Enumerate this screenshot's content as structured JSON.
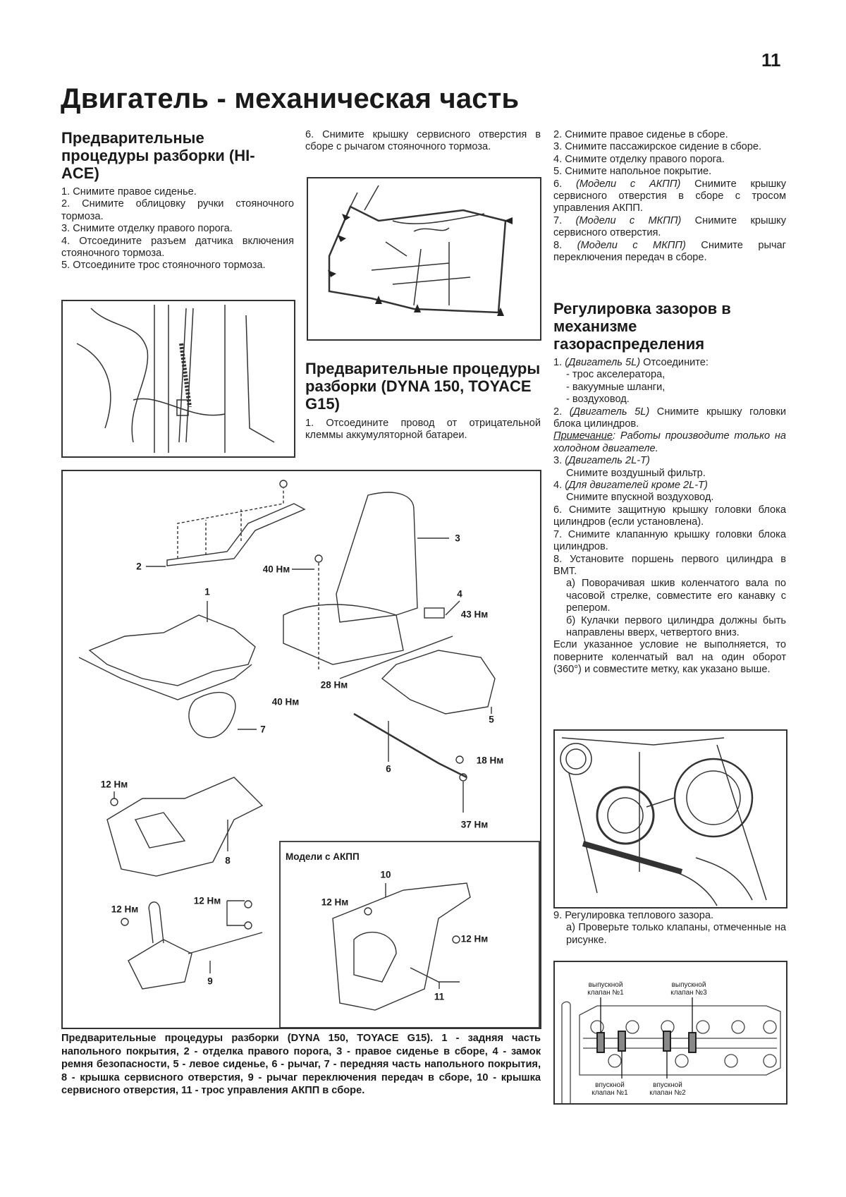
{
  "page_number": "11",
  "title": "Двигатель - механическая часть",
  "hiace": {
    "heading": "Предварительные процедуры разборки (HI-ACE)",
    "steps": [
      "1. Снимите правое сиденье.",
      "2. Снимите облицовку ручки стояночного тормоза.",
      "3. Снимите отделку правого порога.",
      "4. Отсоедините разъем датчика включения стояночного тормоза.",
      "5. Отсоедините трос стояночного тормоза."
    ],
    "step6": "6. Снимите крышку сервисного отверстия в сборе с рычагом стояночного тормоза."
  },
  "dyna": {
    "heading": "Предварительные процедуры разборки (DYNA 150, TOYACE G15)",
    "step1": "1. Отсоедините провод от отрицательной клеммы аккумуляторной батареи.",
    "steps": [
      {
        "num": "2.",
        "italic": "",
        "text": "Снимите правое сиденье в сборе."
      },
      {
        "num": "3.",
        "italic": "",
        "text": "Снимите пассажирское сидение в сборе."
      },
      {
        "num": "4.",
        "italic": "",
        "text": "Снимите отделку правого порога."
      },
      {
        "num": "5.",
        "italic": "",
        "text": "Снимите напольное покрытие."
      },
      {
        "num": "6.",
        "italic": "(Модели с АКПП)",
        "text": "Снимите крышку сервисного отверстия в сборе с тросом управления АКПП."
      },
      {
        "num": "7.",
        "italic": "(Модели с МКПП)",
        "text": "Снимите крышку сервисного отверстия."
      },
      {
        "num": "8.",
        "italic": "(Модели с МКПП)",
        "text": "Снимите рычаг переключения передач в сборе."
      }
    ]
  },
  "valves": {
    "heading": "Регулировка зазоров в механизме газораспределения",
    "s1_num": "1.",
    "s1_italic": "(Двигатель 5L)",
    "s1_text": "Отсоедините:",
    "s1_items": [
      "- трос акселератора,",
      "- вакуумные шланги,",
      "- воздуховод."
    ],
    "s2_num": "2.",
    "s2_italic": "(Двигатель 5L)",
    "s2_text": "Снимите крышку головки блока цилиндров.",
    "note_label": "Примечание",
    "note_text": ": Работы производите только на холодном двигателе.",
    "s3_num": "3.",
    "s3_italic": "(Двигатель 2L-T)",
    "s3_text": "Снимите воздушный фильтр.",
    "s4_num": "4.",
    "s4_italic": "(Для двигателей кроме 2L-T)",
    "s4_text": "Снимите впускной воздуховод.",
    "s6": "6. Снимите защитную крышку головки блока цилиндров (если установлена).",
    "s7": "7. Снимите клапанную крышку головки блока цилиндров.",
    "s8": "8. Установите поршень первого цилиндра в ВМТ.",
    "s8a": "а) Поворачивая шкив коленчатого вала по часовой стрелке, совместите его канавку с репером.",
    "s8b": "б) Кулачки первого цилиндра должны быть направлены вверх, четвертого вниз.",
    "s8c": "Если указанное условие не выполняется, то поверните коленчатый вал на один оборот (360°) и совместите метку, как указано выше.",
    "s9": "9. Регулировка теплового зазора.",
    "s9a": "а) Проверьте только клапаны, отмеченные на рисунке."
  },
  "valve_figure": {
    "ex1": [
      "выпускной",
      "клапан №1"
    ],
    "ex3": [
      "выпускной",
      "клапан №3"
    ],
    "in1": [
      "впускной",
      "клапан №1"
    ],
    "in2": [
      "впускной",
      "клапан №2"
    ]
  },
  "parts_figure": {
    "labels": {
      "p1": "1",
      "p2": "2",
      "p3": "3",
      "p4": "4",
      "p5": "5",
      "p6": "6",
      "p7": "7",
      "p8": "8",
      "p9": "9",
      "p10": "10",
      "p11": "11",
      "t40a": "40 Нм",
      "t40b": "40 Нм",
      "t43": "43 Нм",
      "t28": "28 Нм",
      "t18": "18 Нм",
      "t37": "37 Нм",
      "t12a": "12 Нм",
      "t12b": "12 Нм",
      "t12c": "12 Нм",
      "t12d": "12 Нм",
      "t12e": "12 Нм"
    },
    "inset_title": "Модели с АКПП"
  },
  "caption": "Предварительные процедуры разборки (DYNA 150, TOYACE G15). 1 - задняя часть напольного покрытия, 2 - отделка правого порога, 3 - правое сиденье в сборе, 4 - замок ремня безопасности, 5 - левое сиденье, 6 - рычаг, 7 - передняя часть напольного покрытия, 8 - крышка сервисного отверстия, 9 - рычаг переключения передач в сборе, 10 - крышка сервисного отверстия, 11 - трос управления АКПП в сборе."
}
